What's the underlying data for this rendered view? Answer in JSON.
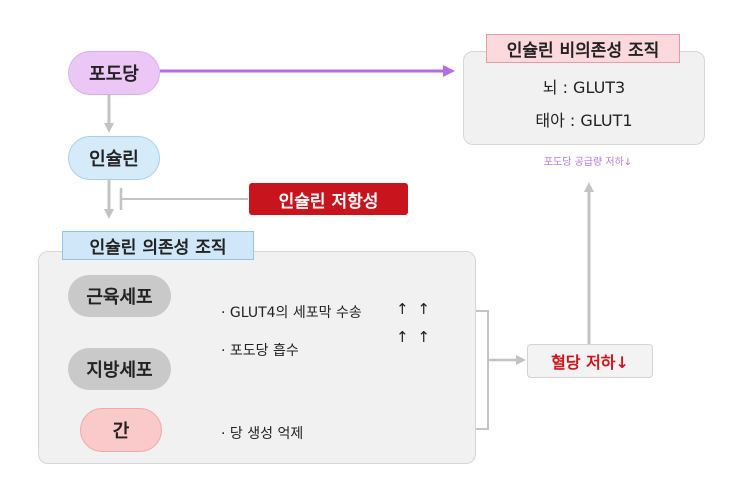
{
  "nodes": {
    "glucose": "포도당",
    "insulin": "인슐린",
    "insulin_resistance": "인슐린 저항성",
    "muscle_cell": "근육세포",
    "fat_cell": "지방세포",
    "liver": "간",
    "blood_glucose_drop": "혈당 저하↓"
  },
  "independent_tissue": {
    "title": "인슐린 비의존성 조직",
    "brain": "뇌 : GLUT3",
    "fetus": "태아 : GLUT1",
    "supply_note": "포도당 공급량 저하↓"
  },
  "dependent_tissue": {
    "title": "인슐린 의존성 조직",
    "glut4": "· GLUT4의 세포막 수송",
    "glucose_uptake": "· 포도당 흡수",
    "arrow_glut4": "↑ ↑",
    "arrow_uptake": "↑ ↑",
    "gluconeogenesis": "· 당 생성 억제"
  },
  "colors": {
    "glucose_fill": "#ecc7f6",
    "glucose_arrow": "#b56ee0",
    "insulin_fill": "#d5ebfa",
    "resistance_fill": "#c8151d",
    "liver_fill": "#fac9c9",
    "tag_red_fill": "#fbd9dc",
    "tag_blue_fill": "#cfe7f8",
    "cell_fill": "#c9c9c9",
    "red_text": "#d0121b",
    "supply_note": "#b07ad6"
  }
}
